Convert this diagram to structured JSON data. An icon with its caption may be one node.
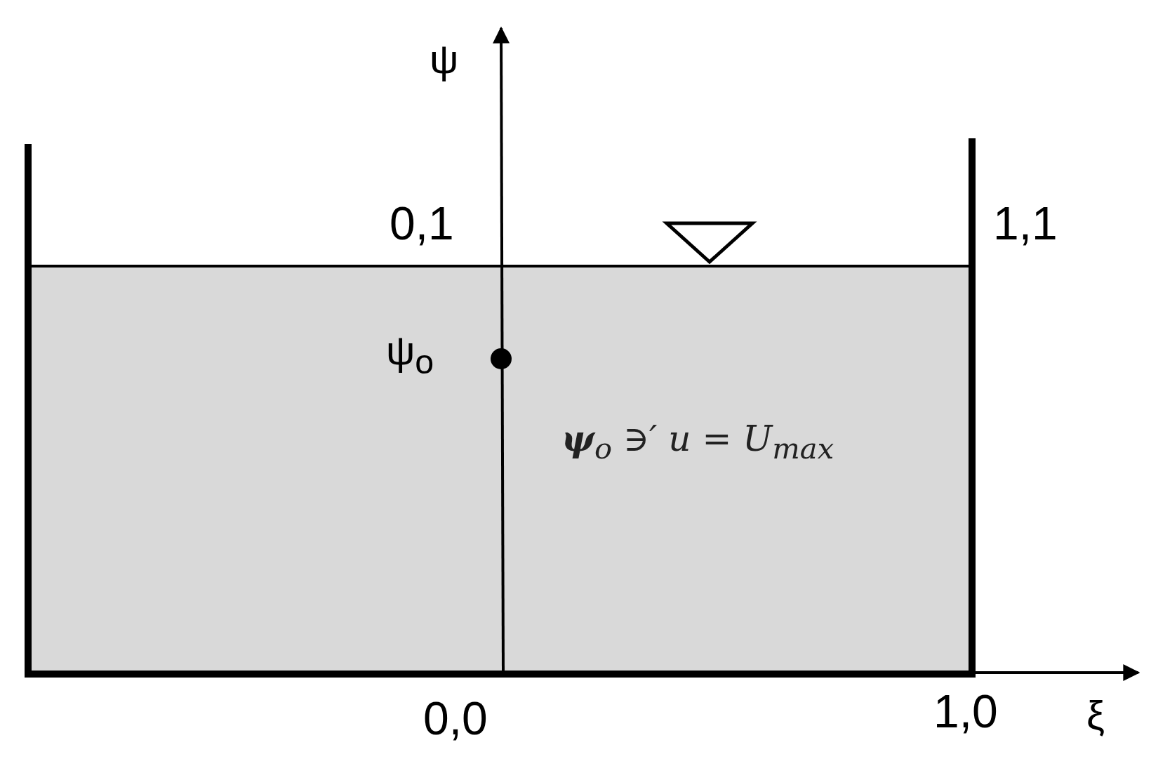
{
  "diagram": {
    "labels": [
      "ψ",
      "0,1",
      "1,1",
      "ψ$_{o}$",
      "**ψ**$_{o}$ ∋′ u = U$_{max}$",
      "0,0",
      "1,0",
      "ξ"
    ]
  }
}
